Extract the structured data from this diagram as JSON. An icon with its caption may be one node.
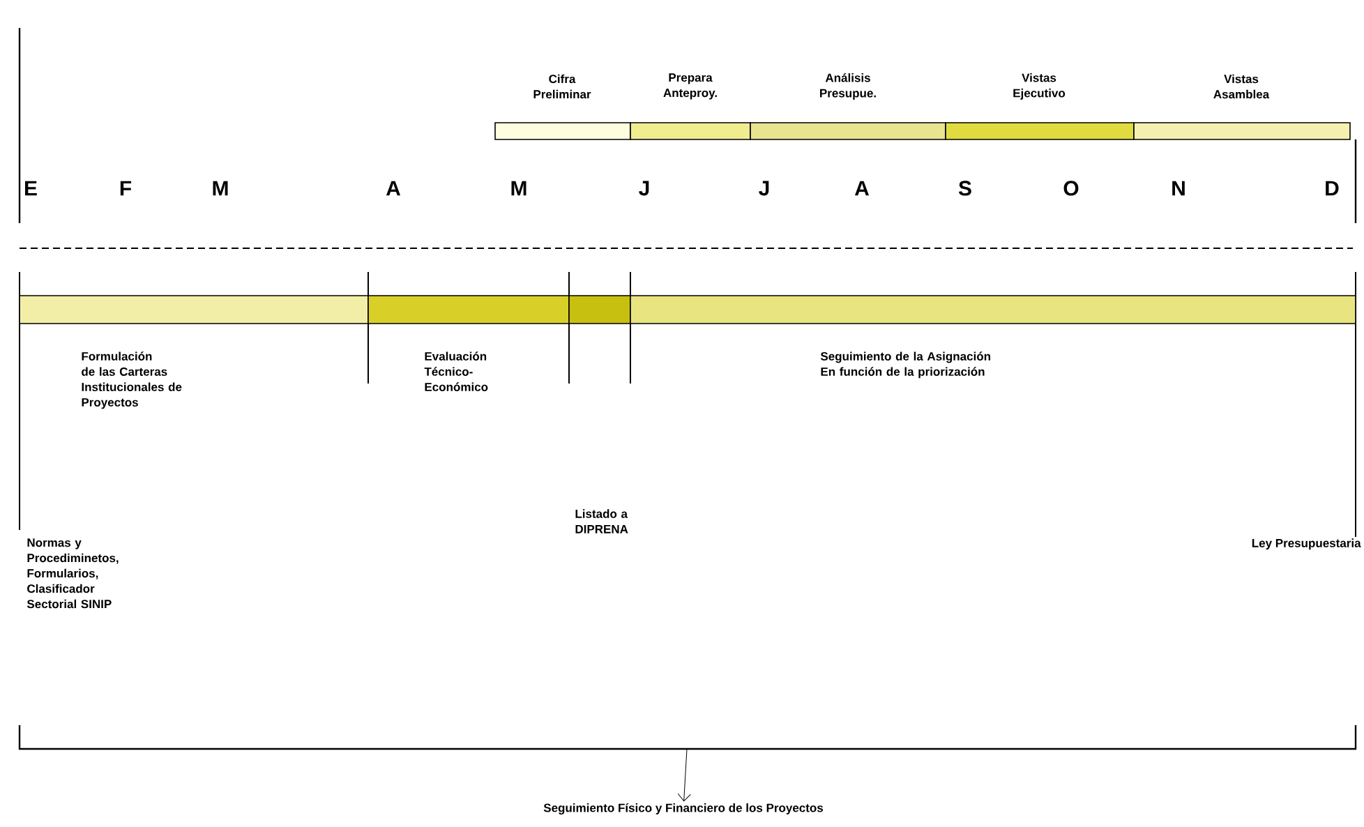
{
  "diagram": {
    "nodes": [
      {
        "text": [
          "Cifra Preliminar"
        ]
      },
      {
        "text": [
          "Prepara Anteproy."
        ]
      },
      {
        "text": [
          "Análisis Presupue."
        ]
      },
      {
        "text": [
          "Vistas Ejecutivo"
        ]
      },
      {
        "text": [
          "Vistas Asamblea"
        ]
      },
      {
        "text": [
          "Formulación de las Carteras Institucionales de Proyectos"
        ]
      },
      {
        "text": [
          "Evaluación Técnico-Económico"
        ]
      },
      {
        "text": [],
        "shape": "bar"
      },
      {
        "text": [
          "Seguimiento de la Asignación",
          "En función de la priorización"
        ]
      },
      {
        "text": [
          "Seguimiento Físico y Financiero de los Proyectos"
        ]
      },
      {
        "text": [],
        "shape": "bracket"
      }
    ],
    "edges": [
      {
        "from": 10,
        "to": 9,
        "arrow": "to"
      }
    ],
    "labels": [
      "E",
      "F",
      "M",
      "A",
      "M",
      "J",
      "J",
      "A",
      "S",
      "O",
      "N",
      "D",
      "Listado a DIPRENA",
      "Normas y Procediminetos, Formularios, Clasificador Sectorial SINIP",
      "Ley Presupuestaria"
    ]
  }
}
